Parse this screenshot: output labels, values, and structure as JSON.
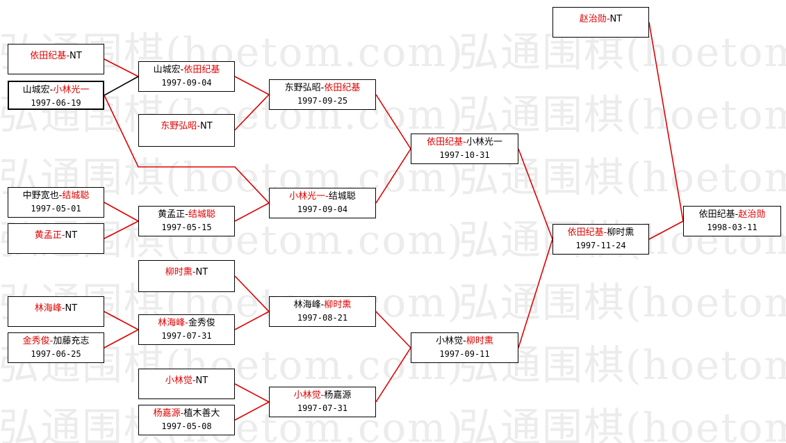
{
  "watermark": "弘通围棋(hoetom.com)",
  "matches": [
    {
      "id": "r1a",
      "p1": "依田纪基",
      "sep": "-",
      "p2": "NT",
      "winner": 1,
      "date": ""
    },
    {
      "id": "r1b",
      "p1": "山城宏",
      "sep": "-",
      "p2": "小林光一",
      "winner": 2,
      "date": "1997-06-19"
    },
    {
      "id": "r1c",
      "p1": "东野弘昭",
      "sep": "-",
      "p2": "NT",
      "winner": 1,
      "date": ""
    },
    {
      "id": "r1d",
      "p1": "中野宽也",
      "sep": "-",
      "p2": "结城聪",
      "winner": 2,
      "date": "1997-05-01"
    },
    {
      "id": "r1e",
      "p1": "黄孟正",
      "sep": "-",
      "p2": "NT",
      "winner": 1,
      "date": ""
    },
    {
      "id": "r1f",
      "p1": "柳时熏",
      "sep": "-",
      "p2": "NT",
      "winner": 1,
      "date": ""
    },
    {
      "id": "r1g",
      "p1": "林海峰",
      "sep": "-",
      "p2": "NT",
      "winner": 1,
      "date": ""
    },
    {
      "id": "r1h",
      "p1": "金秀俊",
      "sep": "-",
      "p2": "加藤充志",
      "winner": 1,
      "date": "1997-06-25"
    },
    {
      "id": "r1i",
      "p1": "小林觉",
      "sep": "-",
      "p2": "NT",
      "winner": 1,
      "date": ""
    },
    {
      "id": "r1j",
      "p1": "杨嘉源",
      "sep": "-",
      "p2": "植木善大",
      "winner": 1,
      "date": "1997-05-08"
    },
    {
      "id": "r2a",
      "p1": "山城宏",
      "sep": "-",
      "p2": "依田纪基",
      "winner": 2,
      "date": "1997-09-04"
    },
    {
      "id": "r2b",
      "p1": "黄孟正",
      "sep": "-",
      "p2": "结城聪",
      "winner": 2,
      "date": "1997-05-15"
    },
    {
      "id": "r2c",
      "p1": "林海峰",
      "sep": "-",
      "p2": "金秀俊",
      "winner": 1,
      "date": "1997-07-31"
    },
    {
      "id": "r3a",
      "p1": "东野弘昭",
      "sep": "-",
      "p2": "依田纪基",
      "winner": 2,
      "date": "1997-09-25"
    },
    {
      "id": "r3b",
      "p1": "小林光一",
      "sep": "-",
      "p2": "结城聪",
      "winner": 1,
      "date": "1997-09-04"
    },
    {
      "id": "r3c",
      "p1": "林海峰",
      "sep": "-",
      "p2": "柳时熏",
      "winner": 2,
      "date": "1997-08-21"
    },
    {
      "id": "r3d",
      "p1": "小林觉",
      "sep": "-",
      "p2": "杨嘉源",
      "winner": 1,
      "date": "1997-07-31"
    },
    {
      "id": "r4a",
      "p1": "依田纪基",
      "sep": "-",
      "p2": "小林光一",
      "winner": 1,
      "date": "1997-10-31"
    },
    {
      "id": "r4b",
      "p1": "小林觉",
      "sep": "-",
      "p2": "柳时熏",
      "winner": 2,
      "date": "1997-09-11"
    },
    {
      "id": "r5a",
      "p1": "依田纪基",
      "sep": "-",
      "p2": "柳时熏",
      "winner": 1,
      "date": "1997-11-24"
    },
    {
      "id": "s1",
      "p1": "赵治勋",
      "sep": "-",
      "p2": "NT",
      "winner": 1,
      "date": ""
    },
    {
      "id": "final",
      "p1": "依田纪基",
      "sep": "-",
      "p2": "赵治勋",
      "winner": 2,
      "date": "1998-03-11"
    }
  ],
  "colors": {
    "winner": "#e00000",
    "loser": "#000000",
    "line_winner": "#e00000",
    "line_other": "#000000",
    "watermark": "#ececec"
  }
}
